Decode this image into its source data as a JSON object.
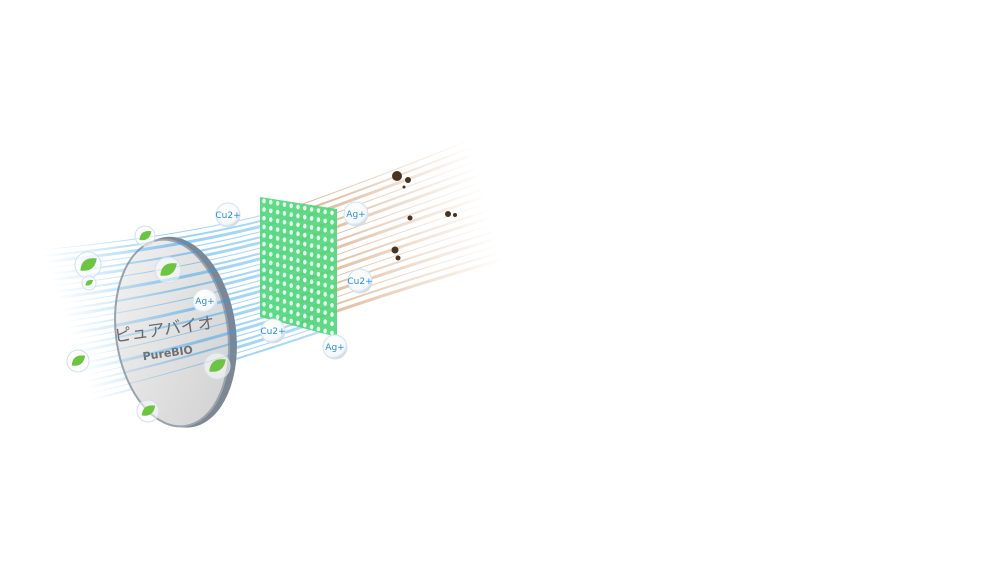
{
  "disc": {
    "label_jp": "ピュアバイオ",
    "label_en": "PureBIO"
  },
  "ions": [
    {
      "label": "Cu2+"
    },
    {
      "label": "Ag+"
    },
    {
      "label": "Ag+"
    },
    {
      "label": "Cu2+"
    },
    {
      "label": "Cu2+"
    },
    {
      "label": "Ag+"
    }
  ],
  "colors": {
    "clean_air": "#2a9ff0",
    "dirty_air": "#c0763a",
    "filter": "#4fd67a",
    "ion_text": "#2a8be6"
  }
}
